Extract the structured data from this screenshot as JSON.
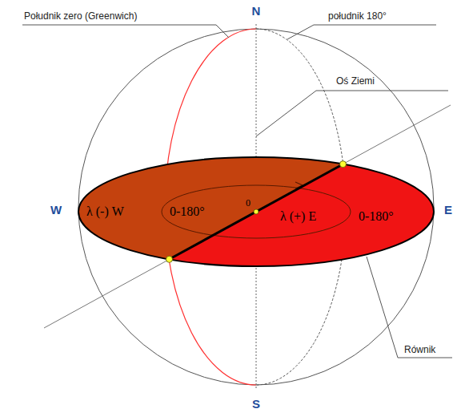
{
  "diagram": {
    "labels": [
      "Południk zero (Greenwich)",
      "N",
      "południk 180°",
      "Oś Ziemi",
      "W",
      "λ (-) W",
      "0-180°",
      "0",
      "λ (+) E",
      "0-180°",
      "E",
      "Równik",
      "S"
    ]
  }
}
